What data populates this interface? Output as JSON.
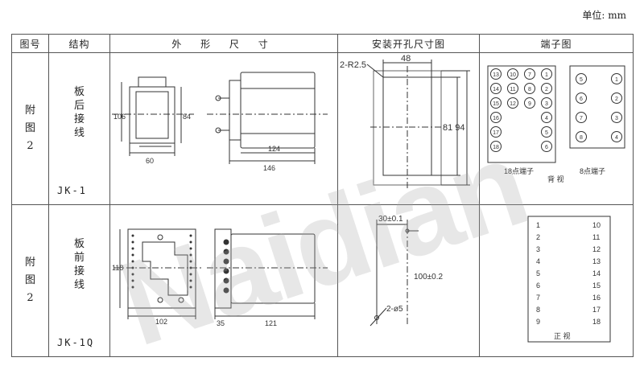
{
  "unit_label": "单位: mm",
  "headers": {
    "fig_no": "图号",
    "structure": "结构",
    "dimensions": "外 形 尺 寸",
    "cutout": "安装开孔尺寸图",
    "terminals": "端子图"
  },
  "rows": [
    {
      "fig": [
        "附",
        "图",
        "2"
      ],
      "structure_label": [
        "板",
        "后",
        "接",
        "线"
      ],
      "model": "JK-1",
      "dims": {
        "front_h": "106",
        "front_h2": "84",
        "front_w": "60",
        "depth": "124",
        "depth_total": "146"
      },
      "cutout": {
        "radius": "2-R2.5",
        "width": "48",
        "height": "81 94"
      },
      "terminals": {
        "left_caption": "18点端子",
        "right_caption": "8点端子",
        "view": "背 视",
        "left_grid": [
          [
            "13",
            "10",
            "7",
            "1"
          ],
          [
            "14",
            "11",
            "8",
            "2"
          ],
          [
            "15",
            "12",
            "9",
            "3"
          ],
          [
            "16",
            "",
            "",
            "4"
          ],
          [
            "17",
            "",
            "",
            "5"
          ],
          [
            "18",
            "",
            "",
            "6"
          ]
        ],
        "right_grid": [
          [
            "5",
            "1"
          ],
          [
            "6",
            "2"
          ],
          [
            "7",
            "3"
          ],
          [
            "8",
            "4"
          ]
        ]
      }
    },
    {
      "fig": [
        "附",
        "图",
        "2"
      ],
      "structure_label": [
        "板",
        "前",
        "接",
        "线"
      ],
      "model": "JK-1Q",
      "dims": {
        "height": "118",
        "width": "102",
        "depth_a": "35",
        "depth_b": "121"
      },
      "cutout": {
        "top": "30±0.1",
        "height": "100±0.2",
        "holes": "2-ø5"
      },
      "terminals": {
        "view": "正 视",
        "left_nums": [
          "1",
          "2",
          "3",
          "4",
          "5",
          "6",
          "7",
          "8",
          "9"
        ],
        "right_nums": [
          "10",
          "11",
          "12",
          "13",
          "14",
          "15",
          "16",
          "17",
          "18"
        ]
      }
    }
  ],
  "watermark": "Naidian"
}
